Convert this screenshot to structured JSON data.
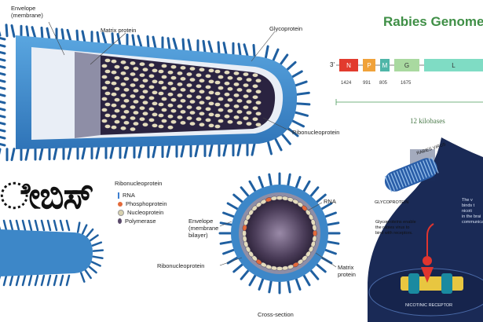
{
  "diagram_labels": {
    "envelope_membrane": "Envelope\n(membrane)",
    "matrix_protein": "Matrix protein",
    "glycoprotein": "Glycoprotein",
    "ribonucleoprotein_top": "Ribonucleoprotein",
    "ribonucleoprotein_legend_title": "Ribonucleoprotein",
    "envelope_bilayer": "Envelope\n(membrane\nbilayer)",
    "ribonucleoprotein_bottom": "Ribonucleoprotein",
    "rna": "RNA",
    "matrix_protein_cs": "Matrix\nprotein",
    "cross_section": "Cross-section"
  },
  "legend": [
    {
      "label": "RNA",
      "color": "#3d7fd0"
    },
    {
      "label": "Phosphoprotein",
      "color": "#e36a3a"
    },
    {
      "label": "Nucleoprotein",
      "color": "#d8d2b0"
    },
    {
      "label": "Polymerase",
      "color": "#5a4a6a"
    }
  ],
  "kannada_title": "ೇಬಿಸ್",
  "genome": {
    "title": "Rabies Genome",
    "start": "3'",
    "genes": [
      {
        "label": "N",
        "color": "#e23b2e"
      },
      {
        "label": "P",
        "color": "#f0a23a"
      },
      {
        "label": "M",
        "color": "#4fb6a8"
      },
      {
        "label": "G",
        "color": "#a9d9a0"
      },
      {
        "label": "L",
        "color": "#7fdcc4"
      }
    ],
    "lengths": [
      "1424",
      "991",
      "805",
      "1675"
    ],
    "scale": "12 kilobases"
  },
  "receptor_panel": {
    "rabies_virus": "RABIES VIRUS",
    "glycoprotein": "GLYCOPROTEIN",
    "glyco_note": "Glycoproteins enable\nthe rabies virus to\nbind with receptors.",
    "side_note": "The v\nbinds t\nnicoti\nin the brai\ncommunicat",
    "receptor": "NICOTINIC RECEPTOR"
  }
}
